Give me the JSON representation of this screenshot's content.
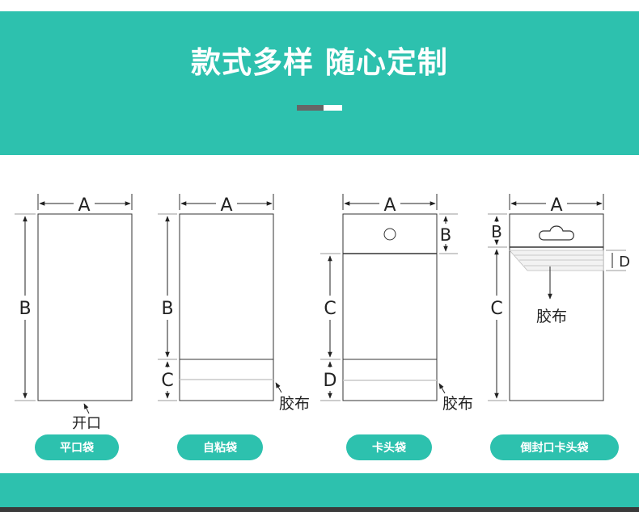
{
  "header": {
    "title": "款式多样 随心定制",
    "accent_color": "#2dc1ae"
  },
  "labels": {
    "a": "A",
    "b": "B",
    "c": "C",
    "d": "D",
    "opening": "开口",
    "adhesive": "胶布"
  },
  "bags": [
    {
      "name": "平口袋"
    },
    {
      "name": "自粘袋"
    },
    {
      "name": "卡头袋"
    },
    {
      "name": "倒封口卡头袋"
    }
  ]
}
